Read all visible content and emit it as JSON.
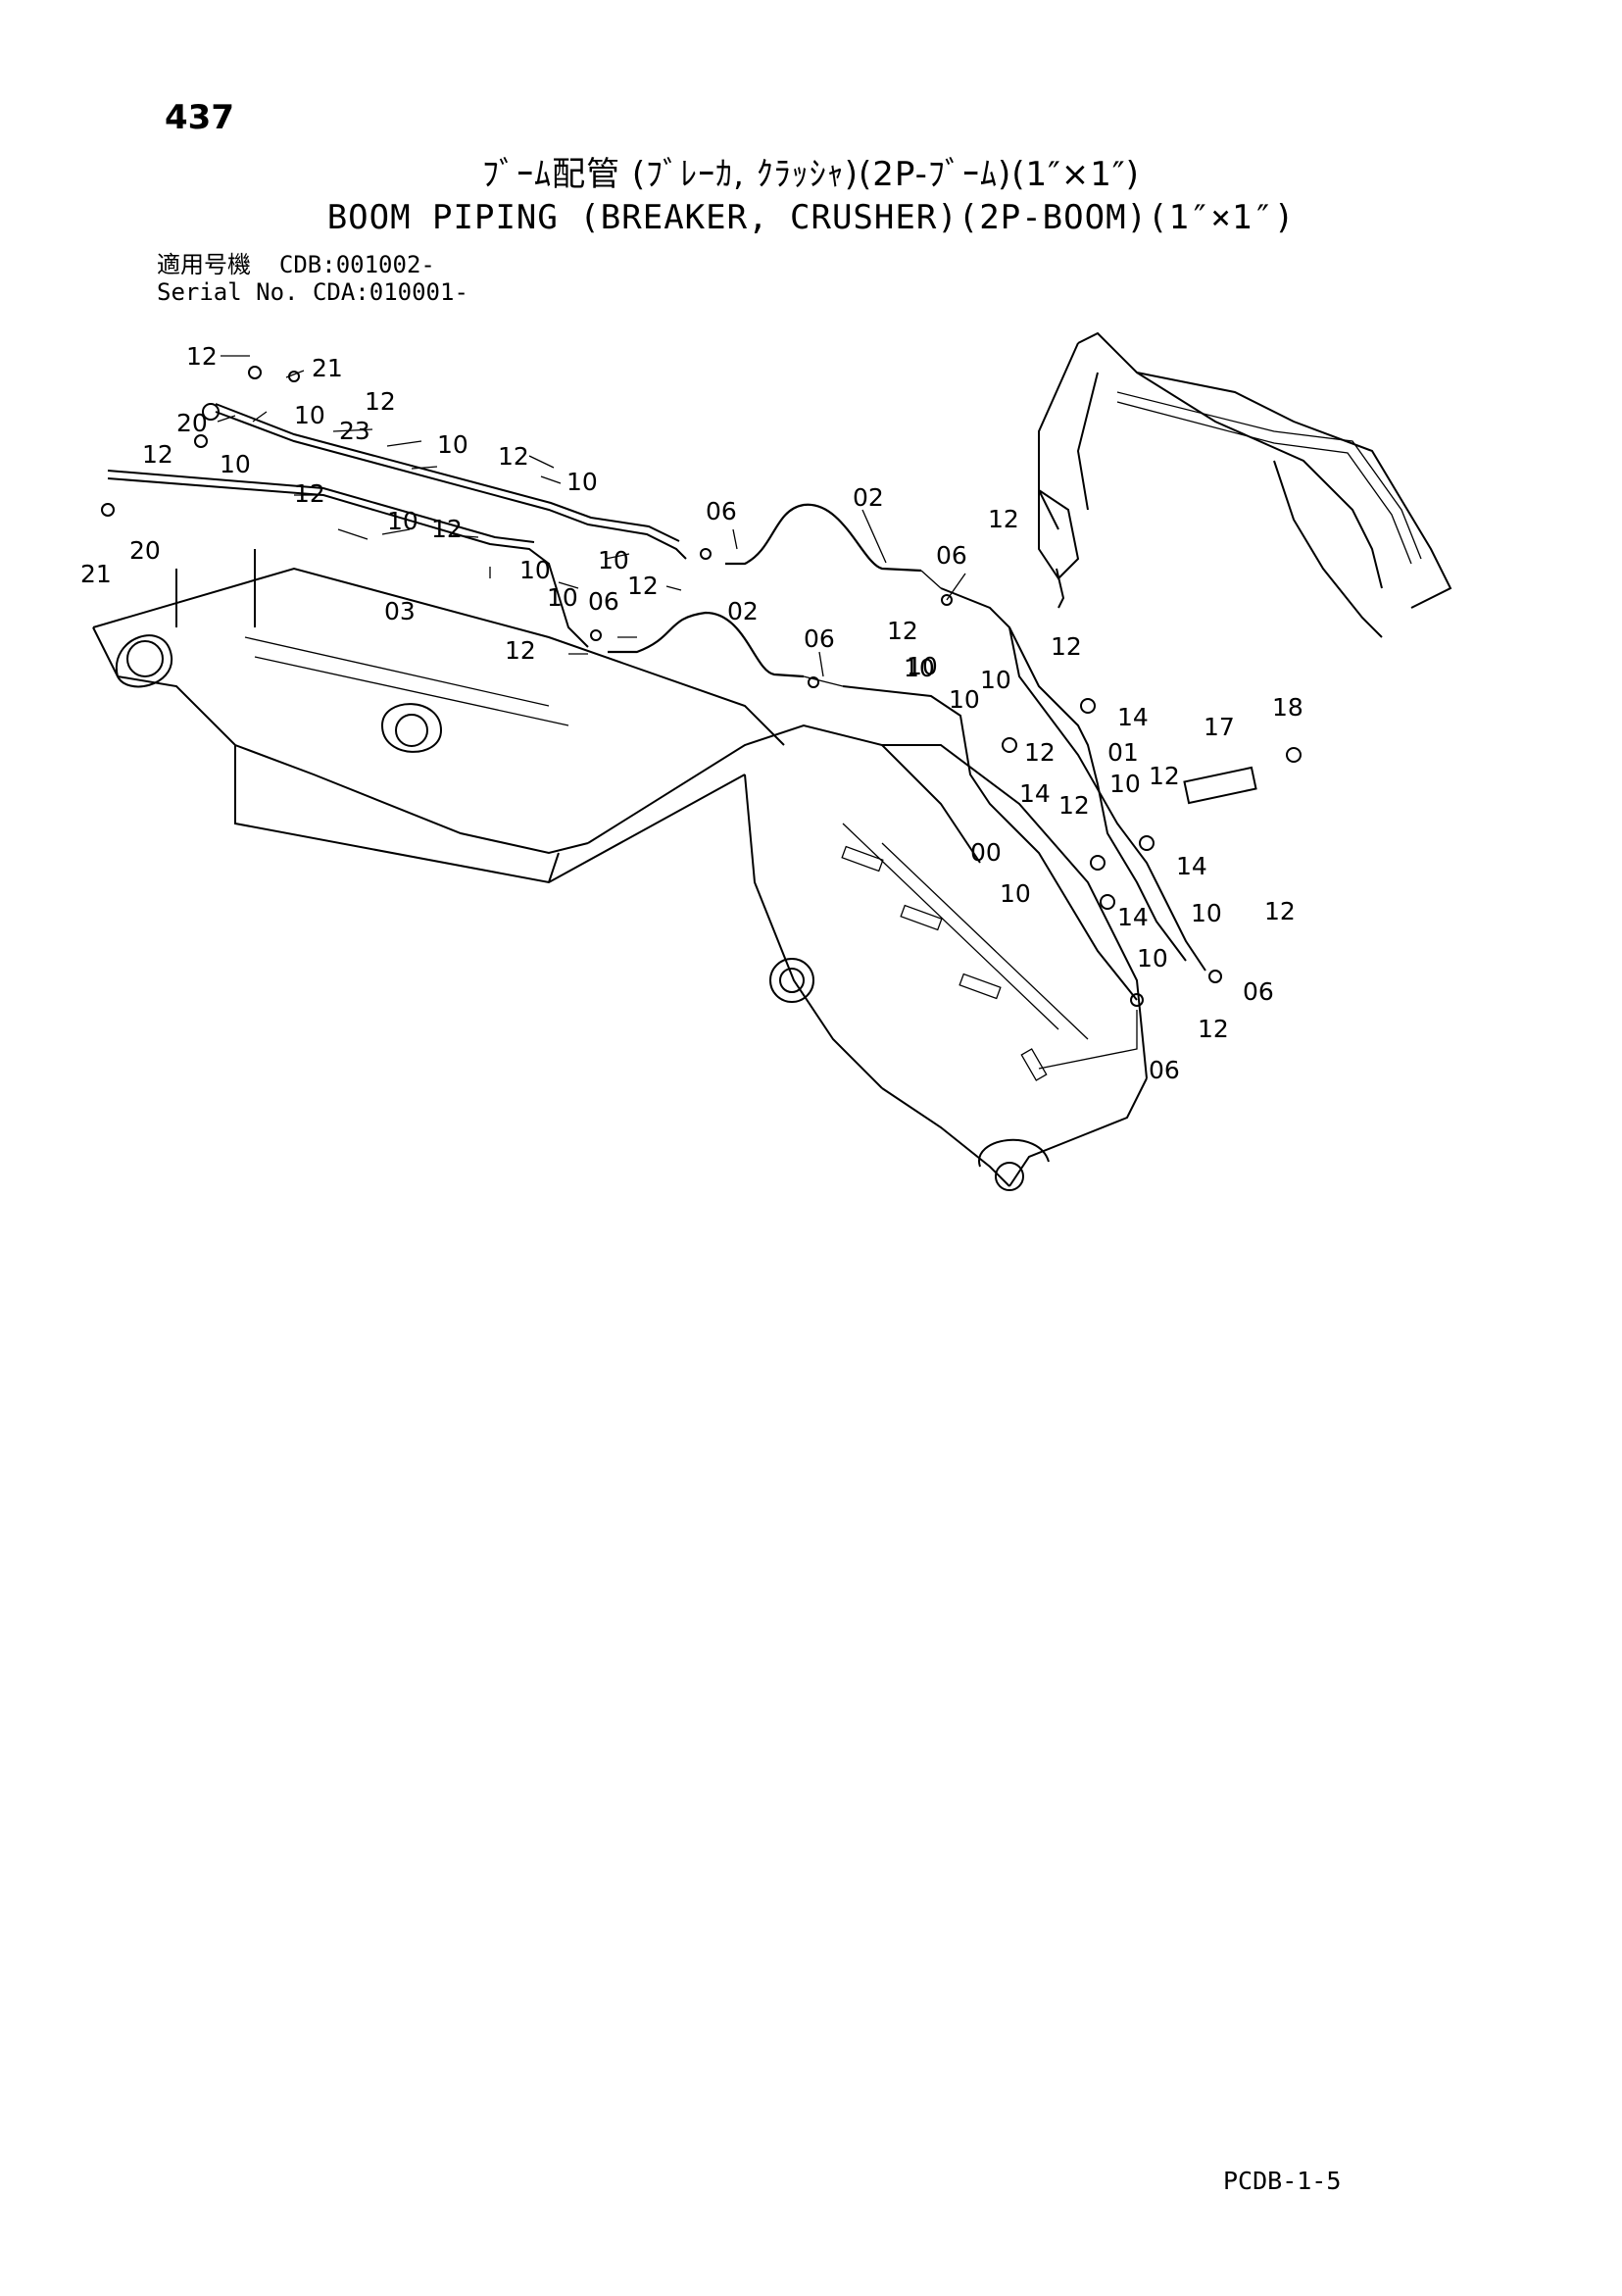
{
  "header": {
    "page_number": "437",
    "title_jp": "ﾌﾞｰﾑ配管 (ﾌﾞﾚｰｶ, ｸﾗｯｼｬ)(2P-ﾌﾞｰﾑ)(1″×1″)",
    "title_en": "BOOM PIPING (BREAKER, CRUSHER)(2P-BOOM)(1″×1″)",
    "serial_label_jp": "適用号機",
    "serial_value_1": "CDB:001002-",
    "serial_label_en": "Serial No.",
    "serial_value_2": "CDA:010001-"
  },
  "callouts": [
    {
      "id": "c01",
      "text": "12"
    },
    {
      "id": "c02",
      "text": "21"
    },
    {
      "id": "c03",
      "text": "20"
    },
    {
      "id": "c04",
      "text": "10"
    },
    {
      "id": "c05",
      "text": "23"
    },
    {
      "id": "c06",
      "text": "12"
    },
    {
      "id": "c07",
      "text": "10"
    },
    {
      "id": "c08",
      "text": "12"
    },
    {
      "id": "c09",
      "text": "10"
    },
    {
      "id": "c10",
      "text": "12"
    },
    {
      "id": "c11",
      "text": "10"
    },
    {
      "id": "c12",
      "text": "12"
    },
    {
      "id": "c13",
      "text": "10"
    },
    {
      "id": "c14",
      "text": "12"
    },
    {
      "id": "c15",
      "text": "21"
    },
    {
      "id": "c16",
      "text": "20"
    },
    {
      "id": "c17",
      "text": "06"
    },
    {
      "id": "c18",
      "text": "02"
    },
    {
      "id": "c19",
      "text": "10"
    },
    {
      "id": "c20",
      "text": "12"
    },
    {
      "id": "c21",
      "text": "10"
    },
    {
      "id": "c22",
      "text": "03"
    },
    {
      "id": "c23",
      "text": "12"
    },
    {
      "id": "c24",
      "text": "10"
    },
    {
      "id": "c25",
      "text": "06"
    },
    {
      "id": "c26",
      "text": "02"
    },
    {
      "id": "c27",
      "text": "06"
    },
    {
      "id": "c28",
      "text": "12"
    },
    {
      "id": "c29",
      "text": "06"
    },
    {
      "id": "c30",
      "text": "12"
    },
    {
      "id": "c31",
      "text": "10"
    },
    {
      "id": "c32",
      "text": "10"
    },
    {
      "id": "c33",
      "text": "10"
    },
    {
      "id": "c34",
      "text": "12"
    },
    {
      "id": "c35",
      "text": "14"
    },
    {
      "id": "c36",
      "text": "10"
    },
    {
      "id": "c37",
      "text": "12"
    },
    {
      "id": "c38",
      "text": "01"
    },
    {
      "id": "c39",
      "text": "14"
    },
    {
      "id": "c40",
      "text": "10"
    },
    {
      "id": "c41",
      "text": "12"
    },
    {
      "id": "c42",
      "text": "12"
    },
    {
      "id": "c43",
      "text": "00"
    },
    {
      "id": "c44",
      "text": "14"
    },
    {
      "id": "c45",
      "text": "10"
    },
    {
      "id": "c46",
      "text": "14"
    },
    {
      "id": "c47",
      "text": "10"
    },
    {
      "id": "c48",
      "text": "12"
    },
    {
      "id": "c49",
      "text": "10"
    },
    {
      "id": "c50",
      "text": "06"
    },
    {
      "id": "c51",
      "text": "12"
    },
    {
      "id": "c52",
      "text": "06"
    },
    {
      "id": "c53",
      "text": "17"
    },
    {
      "id": "c54",
      "text": "18"
    }
  ],
  "footer": {
    "page_code": "PCDB-1-5"
  }
}
